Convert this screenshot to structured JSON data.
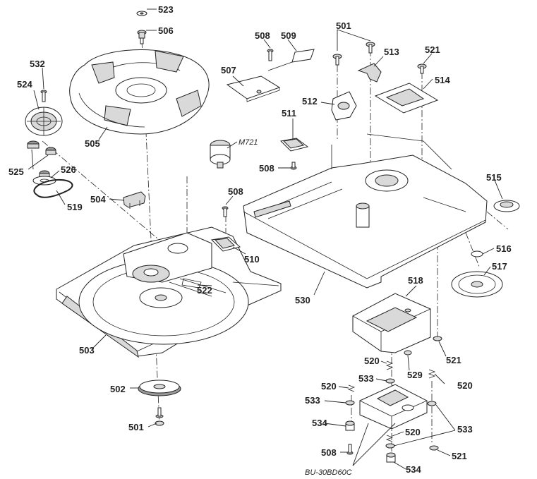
{
  "labels": [
    {
      "id": "l523",
      "text": "523"
    },
    {
      "id": "l506",
      "text": "506"
    },
    {
      "id": "l508a",
      "text": "508"
    },
    {
      "id": "l509",
      "text": "509"
    },
    {
      "id": "l501a",
      "text": "501"
    },
    {
      "id": "l513",
      "text": "513"
    },
    {
      "id": "l521a",
      "text": "521"
    },
    {
      "id": "l532",
      "text": "532"
    },
    {
      "id": "l507",
      "text": "507"
    },
    {
      "id": "l514",
      "text": "514"
    },
    {
      "id": "l524",
      "text": "524"
    },
    {
      "id": "l512",
      "text": "512"
    },
    {
      "id": "l511",
      "text": "511"
    },
    {
      "id": "l505",
      "text": "505"
    },
    {
      "id": "lM721",
      "text": "M721"
    },
    {
      "id": "l508b",
      "text": "508"
    },
    {
      "id": "l525",
      "text": "525"
    },
    {
      "id": "l526",
      "text": "526"
    },
    {
      "id": "l515",
      "text": "515"
    },
    {
      "id": "l519",
      "text": "519"
    },
    {
      "id": "l508c",
      "text": "508"
    },
    {
      "id": "l504",
      "text": "504"
    },
    {
      "id": "l510",
      "text": "510"
    },
    {
      "id": "l516",
      "text": "516"
    },
    {
      "id": "l517",
      "text": "517"
    },
    {
      "id": "l522",
      "text": "522"
    },
    {
      "id": "l530",
      "text": "530"
    },
    {
      "id": "l518",
      "text": "518"
    },
    {
      "id": "l503",
      "text": "503"
    },
    {
      "id": "l521b",
      "text": "521"
    },
    {
      "id": "l520a",
      "text": "520"
    },
    {
      "id": "l529",
      "text": "529"
    },
    {
      "id": "l533a",
      "text": "533"
    },
    {
      "id": "l520b",
      "text": "520"
    },
    {
      "id": "l520c",
      "text": "520"
    },
    {
      "id": "l502",
      "text": "502"
    },
    {
      "id": "l533b",
      "text": "533"
    },
    {
      "id": "l534a",
      "text": "534"
    },
    {
      "id": "l520d",
      "text": "520"
    },
    {
      "id": "l533c",
      "text": "533"
    },
    {
      "id": "l501b",
      "text": "501"
    },
    {
      "id": "l508d",
      "text": "508"
    },
    {
      "id": "l521c",
      "text": "521"
    },
    {
      "id": "lBU",
      "text": "BU-30BD60C"
    },
    {
      "id": "l534b",
      "text": "534"
    }
  ]
}
